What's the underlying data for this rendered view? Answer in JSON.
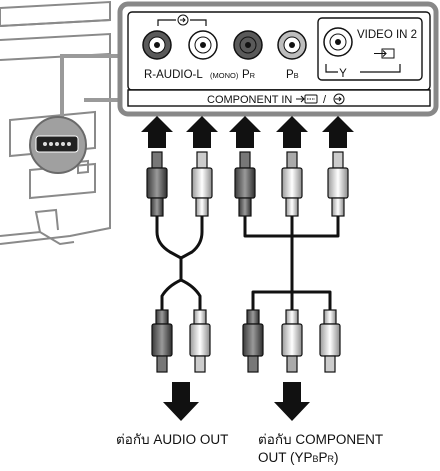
{
  "panel": {
    "audio_label": "R-AUDIO-L",
    "mono_label": "(MONO)",
    "pr_label": "P",
    "pr_sub": "R",
    "pb_label": "P",
    "pb_sub": "B",
    "y_label": "Y",
    "video_in_label": "VIDEO IN 2",
    "component_in_label": "COMPONENT IN",
    "component_in_separator": "/"
  },
  "captions": {
    "audio_out": "ต่อกับ AUDIO OUT",
    "component_out_line1": "ต่อกับ COMPONENT",
    "component_out_line2_prefix": "OUT (YP",
    "component_out_sub_b": "B",
    "component_out_mid": "P",
    "component_out_sub_r": "R",
    "component_out_suffix": ")"
  },
  "colors": {
    "line": "#111111",
    "panel_fill": "#ffffff",
    "jack_dark": "#5a5a5a",
    "jack_light": "#bdbdbd",
    "tv_gray": "#9a9a9a"
  },
  "icons": [
    "input-arrow-icon",
    "component-input-icon"
  ]
}
